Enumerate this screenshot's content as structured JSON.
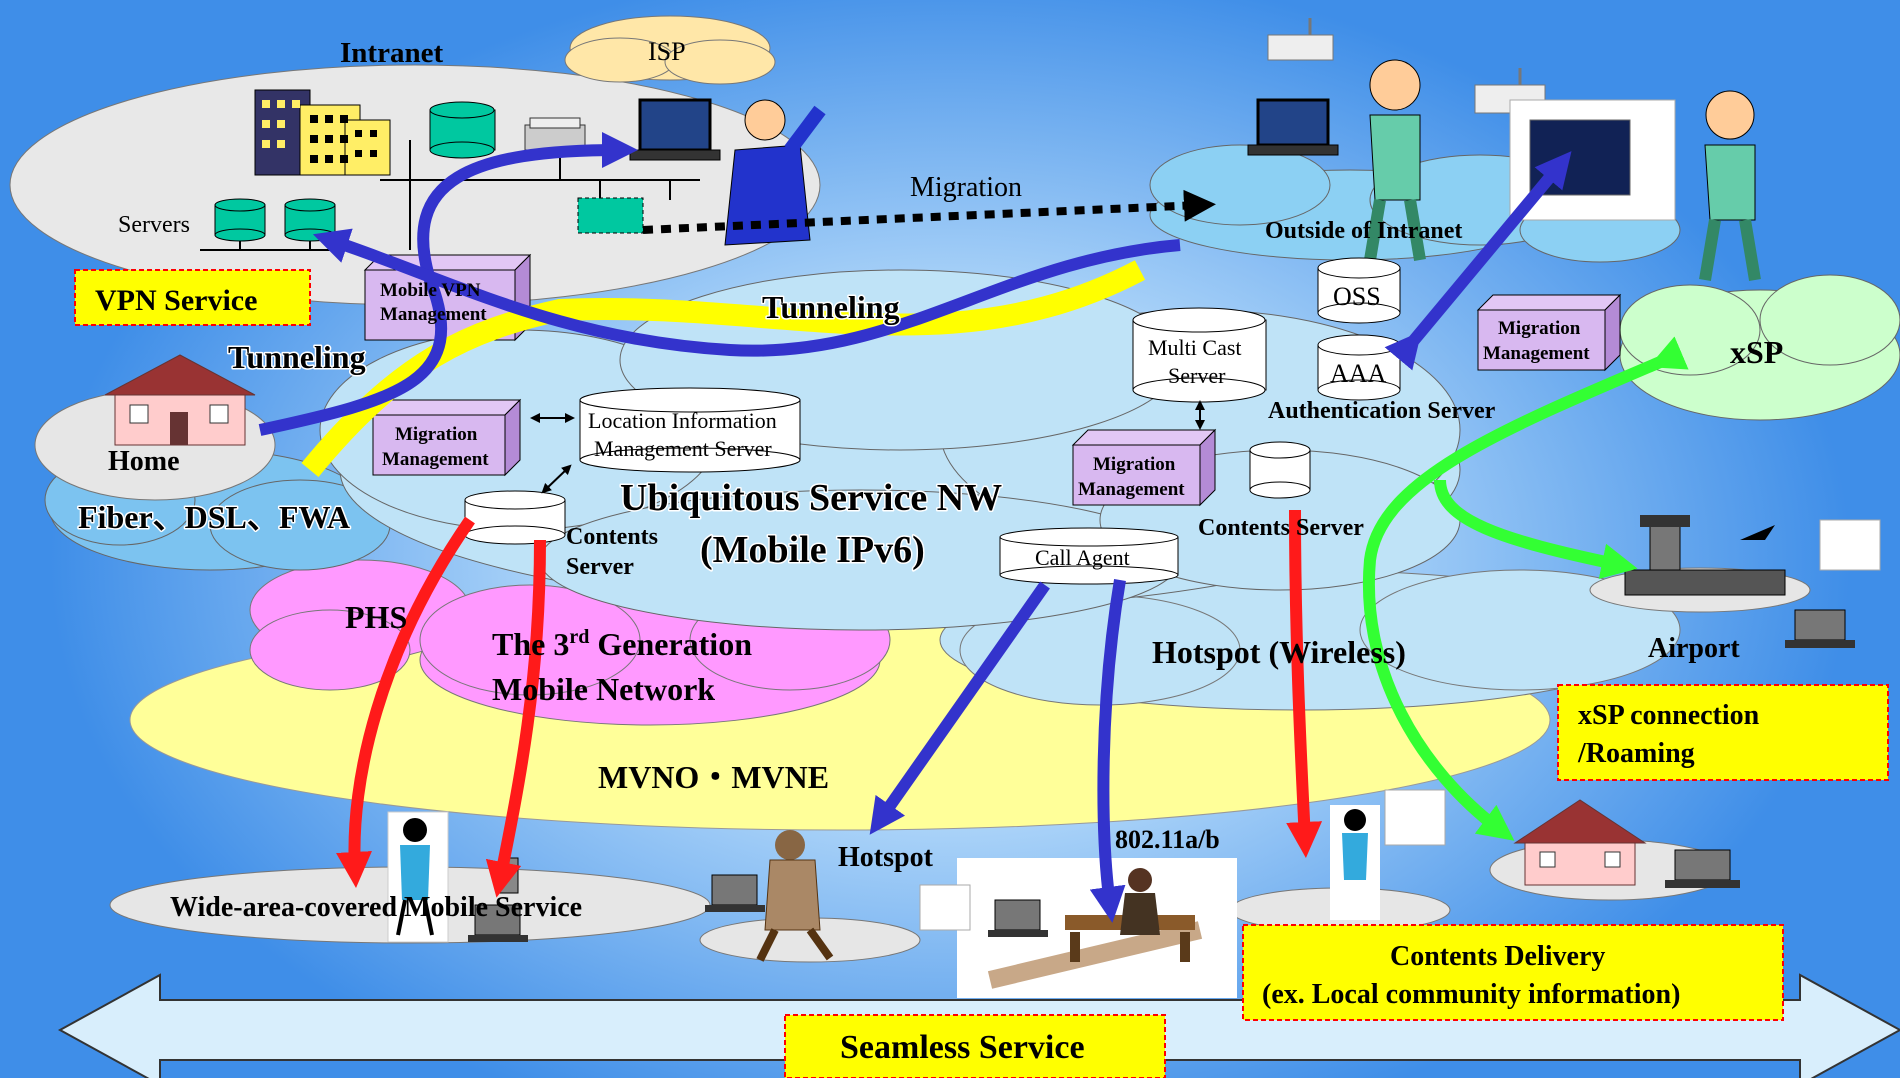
{
  "labels": {
    "intranet": "Intranet",
    "isp": "ISP",
    "servers": "Servers",
    "vpn_service": "VPN Service",
    "mobile_vpn_1": "Mobile VPN",
    "mobile_vpn_2": "Management",
    "tunneling_top": "Tunneling",
    "tunneling_left": "Tunneling",
    "migration": "Migration",
    "outside_intranet": "Outside of Intranet",
    "oss": "OSS",
    "aaa": "AAA",
    "auth_server": "Authentication Server",
    "multicast_1": "Multi Cast",
    "multicast_2": "Server",
    "migration_mgmt_a1": "Migration",
    "migration_mgmt_a2": "Management",
    "migration_mgmt_b1": "Migration",
    "migration_mgmt_b2": "Management",
    "migration_mgmt_c1": "Migration",
    "migration_mgmt_c2": "Management",
    "xsp": "xSP",
    "home": "Home",
    "fiber": "Fiber、DSL、FWA",
    "loc_info_1": "Location Information",
    "loc_info_2": "Management Server",
    "contents_server_left_1": "Contents",
    "contents_server_left_2": "Server",
    "ubiquitous_1": "Ubiquitous Service NW",
    "ubiquitous_2": "(Mobile IPv6)",
    "call_agent": "Call Agent",
    "contents_server_right": "Contents Server",
    "phs": "PHS",
    "third_gen_1": "The 3",
    "third_gen_sup": "rd",
    "third_gen_1b": " Generation",
    "third_gen_2": "Mobile Network",
    "hotspot_wireless": "Hotspot (Wireless)",
    "airport": "Airport",
    "xsp_conn_1": "xSP connection",
    "xsp_conn_2": "/Roaming",
    "mvno": "MVNO・MVNE",
    "wide_area": "Wide-area-covered Mobile Service",
    "hotspot": "Hotspot",
    "wlan": "802.11a/b",
    "contents_delivery_1": "Contents Delivery",
    "contents_delivery_2": "(ex. Local community information)",
    "seamless": "Seamless Service"
  },
  "colors": {
    "box_yellow": "#ffff00",
    "box_border": "#ff0000",
    "cloud_blue": "#bfe3f7",
    "cloud_pink": "#ff99ff",
    "mvno_yellow": "#ffff99",
    "arrow_red": "#ff1a1a",
    "arrow_blue": "#3333cc",
    "arrow_green": "#33ff33",
    "server_green": "#00c8a0"
  }
}
